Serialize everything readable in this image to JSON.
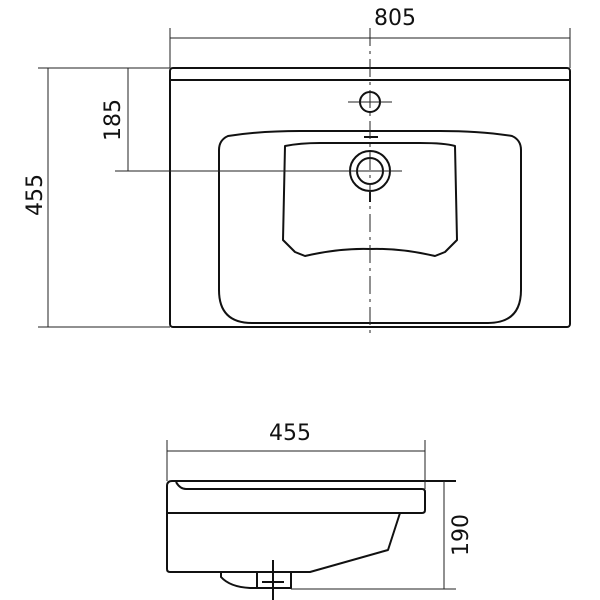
{
  "top_view": {
    "width_dim": "805",
    "depth_dim": "455",
    "tap_offset_dim": "185"
  },
  "side_view": {
    "depth_dim": "455",
    "height_dim": "190"
  },
  "colors": {
    "line": "#111111",
    "background": "#ffffff"
  }
}
